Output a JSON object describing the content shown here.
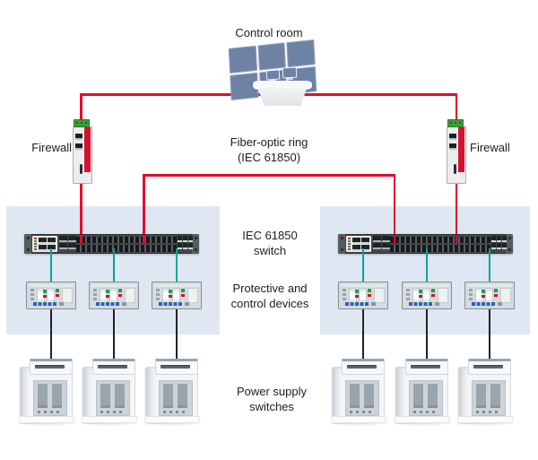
{
  "labels": {
    "control_room": "Control room",
    "firewall_left": "Firewall",
    "firewall_right": "Firewall",
    "fiber_ring": [
      "Fiber-optic ring",
      "(IEC 61850)"
    ],
    "switch": [
      "IEC 61850",
      "switch"
    ],
    "devices": [
      "Protective and",
      "control devices"
    ],
    "power": [
      "Power supply",
      "switches"
    ]
  },
  "colors": {
    "ring": "#e30b2d",
    "network": "#00a59c",
    "power": "#222222",
    "panel": "#dfe8f2",
    "monitor": "#6e82a6",
    "firewall_accent": "#d51130",
    "terminal_green": "#3f9c3a",
    "device_green": "#1fa14c",
    "device_red": "#d01226",
    "key_blue": "#2f63b8"
  },
  "topology": {
    "control_room_monitors": 6,
    "control_room_desk_monitors": 2,
    "firewalls": 2,
    "switches": 2,
    "relays_per_switch": 3,
    "power_switches_per_bay": 3,
    "connections": [
      {
        "from": "control-room",
        "to": "firewall-left",
        "type": "fiber-optic-ring"
      },
      {
        "from": "control-room",
        "to": "firewall-right",
        "type": "fiber-optic-ring"
      },
      {
        "from": "firewall-left",
        "to": "switch-left",
        "type": "fiber-optic-ring"
      },
      {
        "from": "firewall-right",
        "to": "switch-right",
        "type": "fiber-optic-ring"
      },
      {
        "from": "switch-left",
        "to": "switch-right",
        "type": "fiber-optic-ring"
      },
      {
        "from": "switch-left",
        "to": "relays-left",
        "type": "ethernet"
      },
      {
        "from": "switch-right",
        "to": "relays-right",
        "type": "ethernet"
      },
      {
        "from": "relays-left",
        "to": "power-switches-left",
        "type": "wire"
      },
      {
        "from": "relays-right",
        "to": "power-switches-right",
        "type": "wire"
      }
    ]
  }
}
